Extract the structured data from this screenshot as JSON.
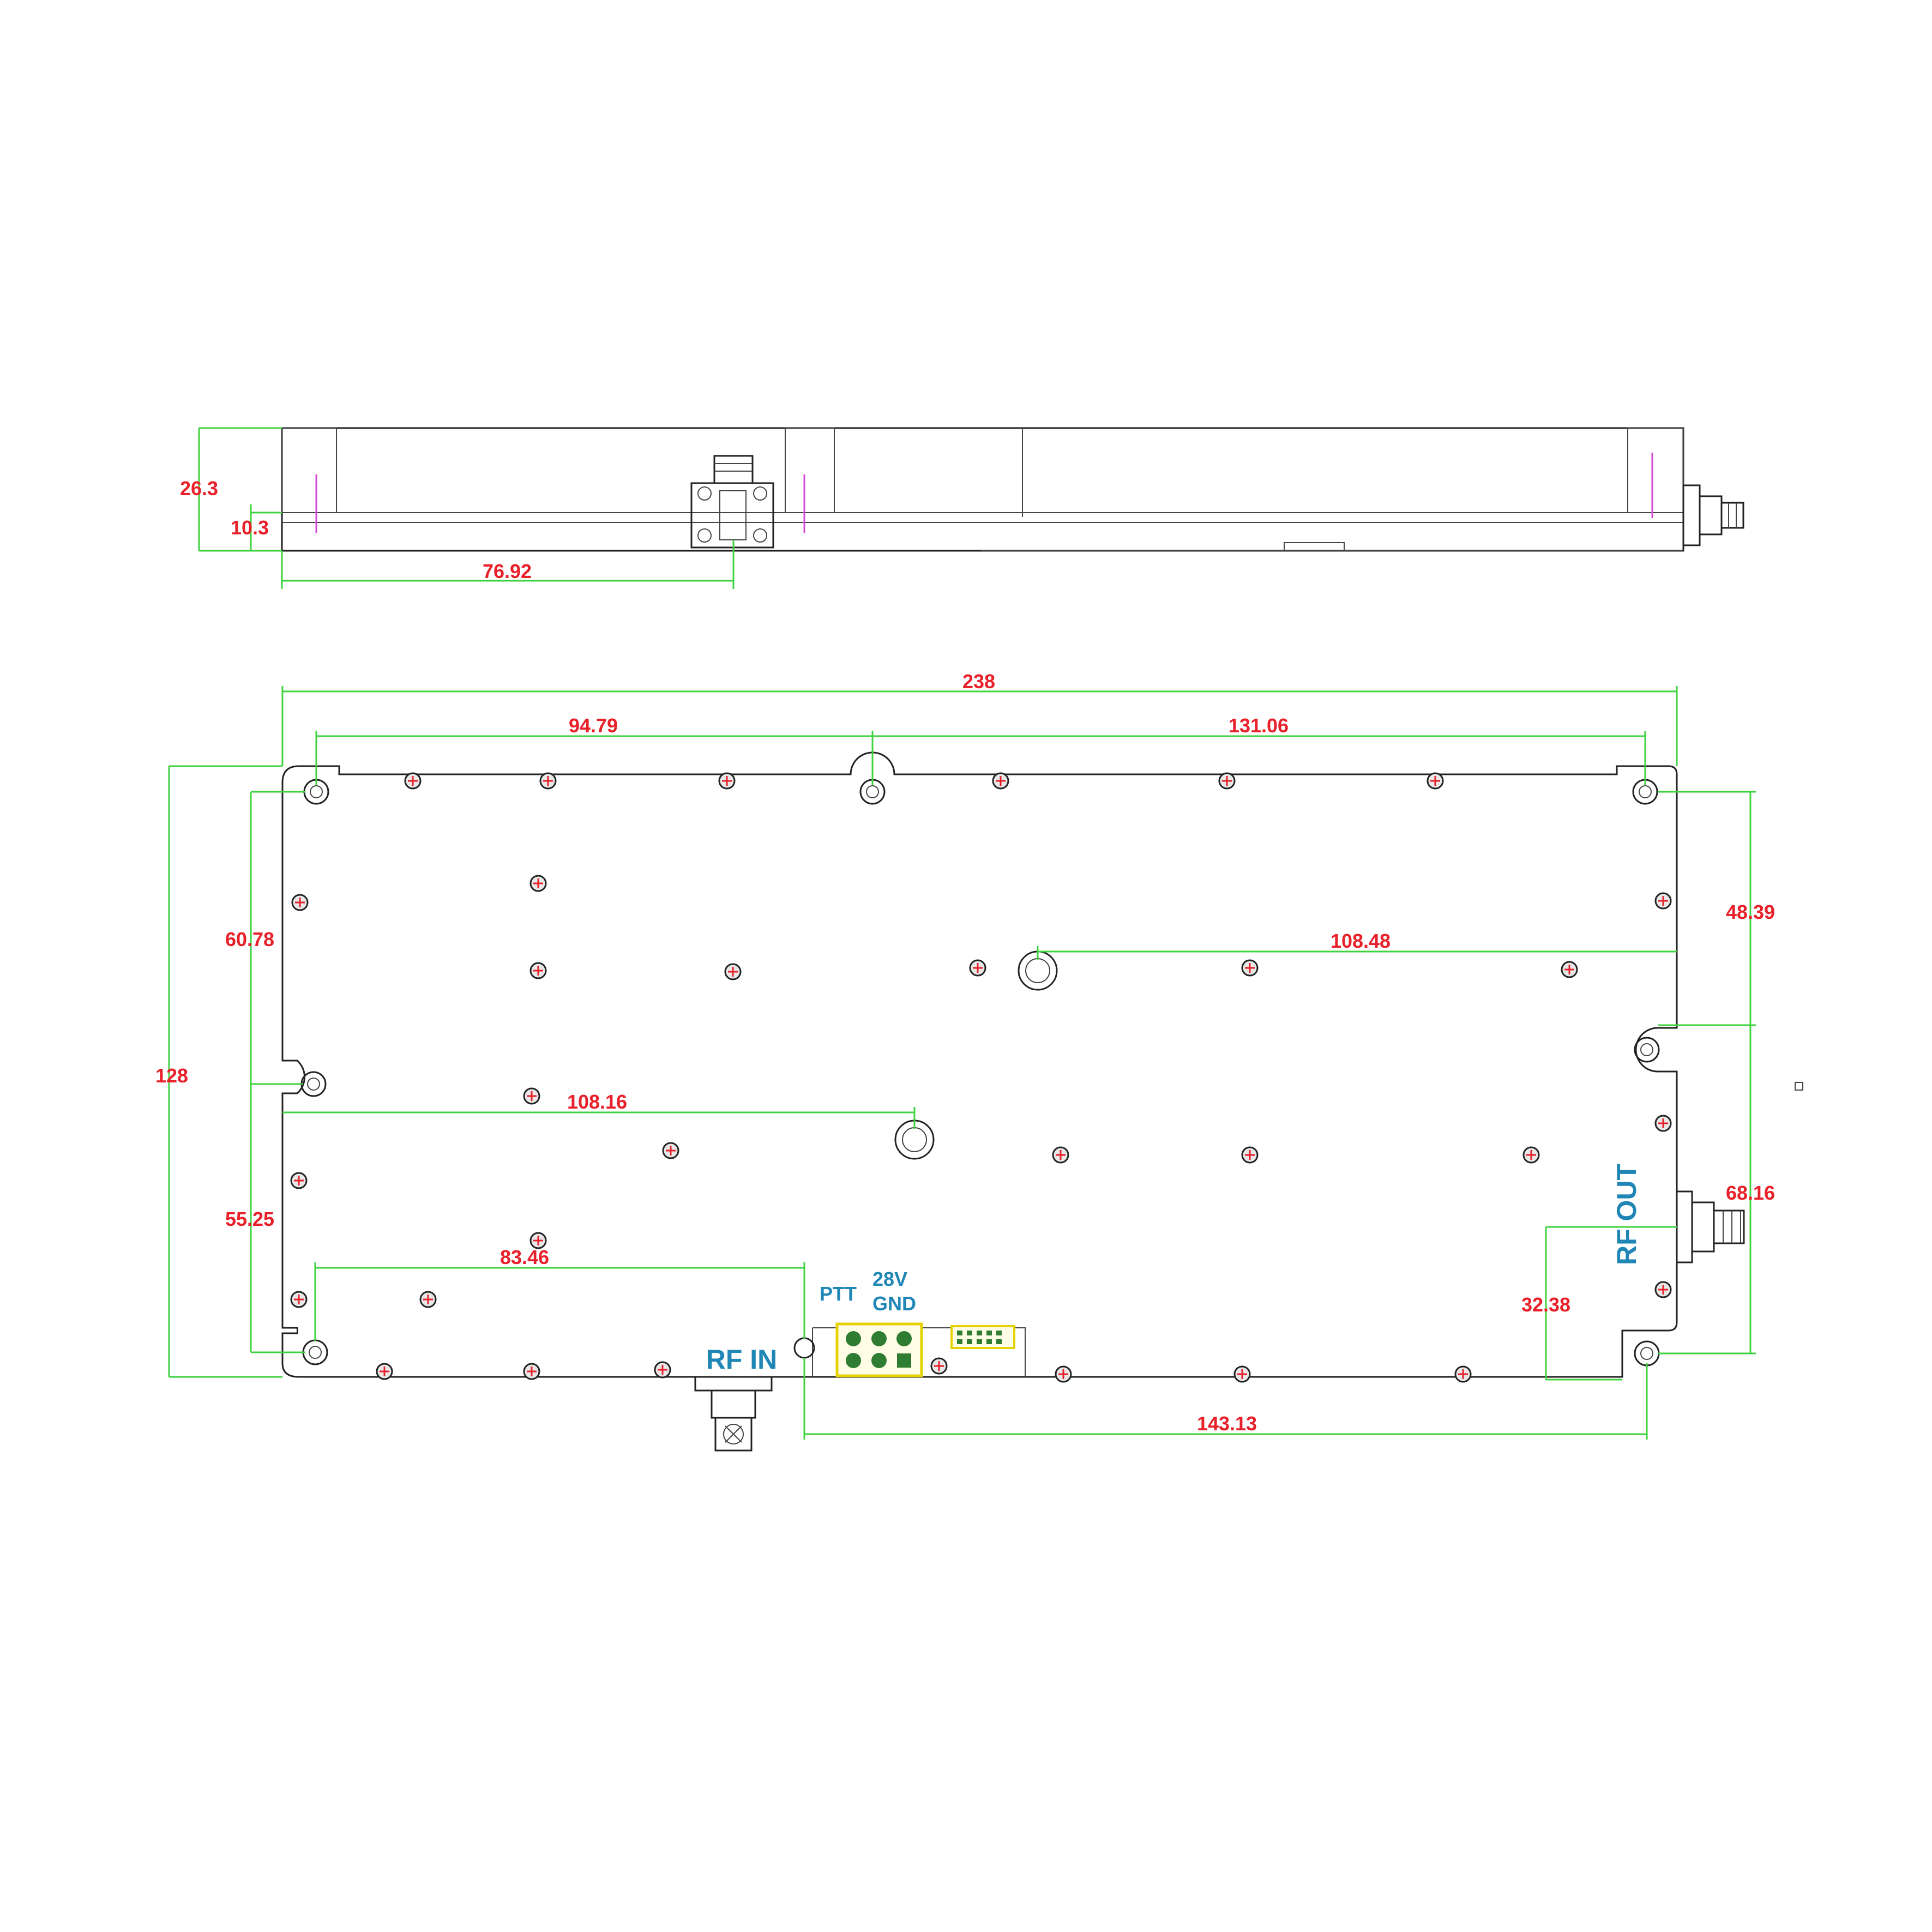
{
  "side_view": {
    "dims": {
      "height_total": "26.3",
      "height_lower": "10.3",
      "connector_offset": "76.92"
    }
  },
  "top_view": {
    "dims": {
      "width_total": "238",
      "hole_offset_left": "94.79",
      "hole_offset_right": "131.06",
      "height_total": "128",
      "left_upper_span": "60.78",
      "left_lower_span": "55.25",
      "boss_right_offset": "108.48",
      "boss_left_offset": "108.16",
      "rf_in_offset": "83.46",
      "right_upper_span": "48.39",
      "right_lower_span": "68.16",
      "rf_out_height": "32.38",
      "bottom_hole_offset": "143.13"
    },
    "labels": {
      "rf_in": "RF IN",
      "rf_out": "RF OUT",
      "ptt": "PTT",
      "v28": "28V",
      "gnd": "GND"
    }
  },
  "colors": {
    "dimension_text": "#e8202a",
    "dimension_line": "#3fd23f",
    "label_text": "#1f86b5",
    "connector_block": "#2e7d32",
    "connector_outline": "#e6d200"
  }
}
